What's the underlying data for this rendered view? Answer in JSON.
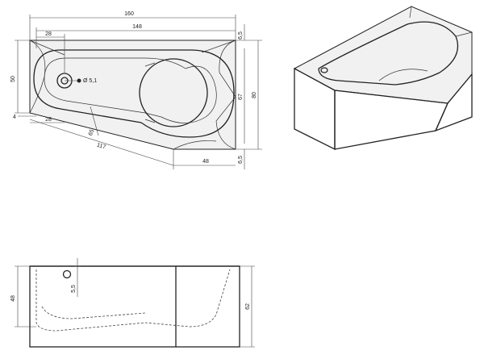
{
  "dimensions": {
    "overall_length": "160",
    "inner_length": "148",
    "drain_offset_top": "28",
    "drain_offset_bottom": "28",
    "height_left": "50",
    "inner_width": "67",
    "overall_width": "80",
    "top_margin": "6,5",
    "bottom_margin": "6,5",
    "left_offset": "4",
    "bottom_diag": "117",
    "small_diag": "65",
    "right_bottom": "48",
    "drain_diameter": "Ø 5,1",
    "side_height_inner": "48",
    "side_height_total": "62",
    "side_drain_offset": "5,5"
  }
}
